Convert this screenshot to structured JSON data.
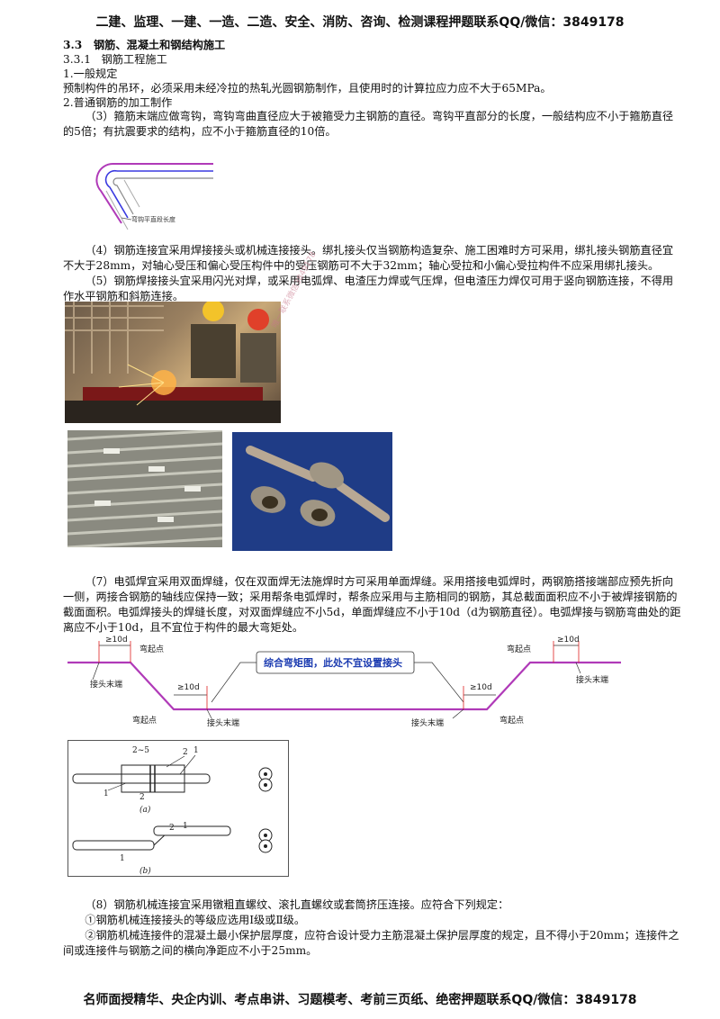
{
  "header": "二建、监理、一建、一造、二造、安全、消防、咨询、检测课程押题联系QQ/微信：3849178",
  "footer": "名师面授精华、央企内训、考点串讲、习题模考、考前三页纸、绝密押题联系QQ/微信：3849178",
  "section": {
    "num": "3.3",
    "title": "钢筋、混凝土和钢结构施工"
  },
  "subsection": {
    "num": "3.3.1",
    "title": "钢筋工程施工"
  },
  "items": {
    "general_heading": "1.一般规定",
    "general_text": "预制构件的吊环，必须采用未经冷拉的热轧光圆钢筋制作，且使用时的计算拉应力应不大于65MPa。",
    "processing_heading": "2.普通钢筋的加工制作",
    "p3": "（3）箍筋末端应做弯钩，弯钩弯曲直径应大于被箍受力主钢筋的直径。弯钩平直部分的长度，一般结构应不小于箍筋直径的5倍；有抗震要求的结构，应不小于箍筋直径的10倍。",
    "p4": "（4）钢筋连接宜采用焊接接头或机械连接接头。绑扎接头仅当钢筋构造复杂、施工困难时方可采用，绑扎接头钢筋直径宜不大于28mm，对轴心受压和偏心受压构件中的受压钢筋可不大于32mm；轴心受拉和小偏心受拉构件不应采用绑扎接头。",
    "p5": "（5）钢筋焊接接头宜采用闪光对焊，或采用电弧焊、电渣压力焊或气压焊，但电渣压力焊仅可用于竖向钢筋连接，不得用作水平钢筋和斜筋连接。",
    "p7": "（7）电弧焊宜采用双面焊缝，仅在双面焊无法施焊时方可采用单面焊缝。采用搭接电弧焊时，两钢筋搭接端部应预先折向一侧，两接合钢筋的轴线应保持一致；采用帮条电弧焊时，帮条应采用与主筋相同的钢筋，其总截面面积应不小于被焊接钢筋的截面面积。电弧焊接头的焊缝长度，对双面焊缝应不小5d，单面焊缝应不小于10d（d为钢筋直径）。电弧焊接与钢筋弯曲处的距离应不小于10d，且不宜位于构件的最大弯矩处。",
    "p8": "（8）钢筋机械连接宜采用镦粗直螺纹、滚扎直螺纹或套筒挤压连接。应符合下列规定：",
    "p8_1": "①钢筋机械连接接头的等级应选用Ⅰ级或Ⅱ级。",
    "p8_2": "②钢筋机械连接件的混凝土最小保护层厚度，应符合设计受力主筋混凝土保护层厚度的规定，且不得小于20mm；连接件之间或连接件与钢筋之间的横向净距应不小于25mm。"
  },
  "hook_figure": {
    "label": "弯钩平直段长度"
  },
  "bend_figure": {
    "box_label": "综合弯矩图，此处不宜设置接头",
    "bend_start": "弯起点",
    "joint_end": "接头末端",
    "ten_d": "≥10d"
  },
  "weld_figure": {
    "gap": "2~5",
    "n1": "1",
    "n2": "2",
    "cap_a": "(a)",
    "cap_b": "(b)"
  },
  "watermark": "唯一联系微信3849178",
  "colors": {
    "rebar": "#b03ab8",
    "hook_blue": "#3a3ae0",
    "gray_line": "#888888"
  }
}
